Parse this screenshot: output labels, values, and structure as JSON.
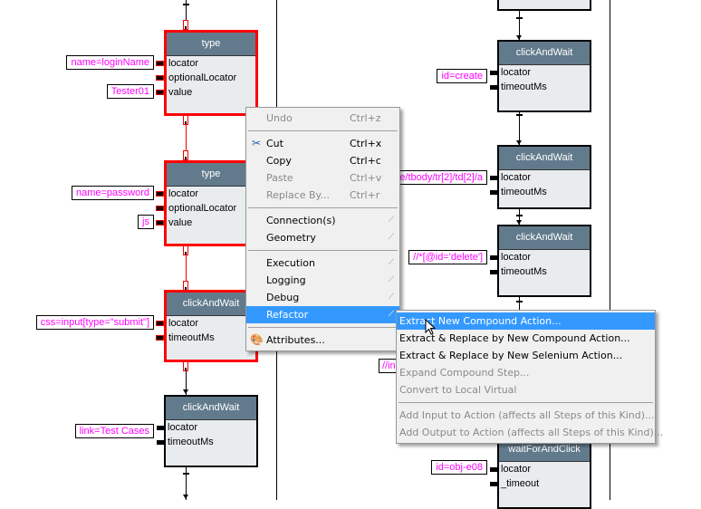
{
  "diagram": {
    "left_column": [
      {
        "title": "type",
        "selected": true,
        "inputs": [
          {
            "label": "locator",
            "value": "name=loginName"
          },
          {
            "label": "optionalLocator",
            "value": null
          },
          {
            "label": "value",
            "value": "Tester01"
          }
        ]
      },
      {
        "title": "type",
        "selected": true,
        "inputs": [
          {
            "label": "locator",
            "value": "name=password"
          },
          {
            "label": "optionalLocator",
            "value": null
          },
          {
            "label": "value",
            "value": "js"
          }
        ]
      },
      {
        "title": "clickAndWait",
        "selected": true,
        "inputs": [
          {
            "label": "locator",
            "value": "css=input[type=\"submit\"]"
          },
          {
            "label": "timeoutMs",
            "value": null
          }
        ]
      },
      {
        "title": "clickAndWait",
        "selected": false,
        "inputs": [
          {
            "label": "locator",
            "value": "link=Test Cases"
          },
          {
            "label": "timeoutMs",
            "value": null
          }
        ]
      }
    ],
    "right_column": [
      {
        "title": "clickAndWait",
        "selected": false,
        "inputs": [
          {
            "label": "locator",
            "value": "id=create"
          },
          {
            "label": "timeoutMs",
            "value": null
          }
        ]
      },
      {
        "title": "clickAndWait",
        "selected": false,
        "inputs": [
          {
            "label": "locator",
            "value": "le/tbody/tr[2]/td[2]/a"
          },
          {
            "label": "timeoutMs",
            "value": null
          }
        ]
      },
      {
        "title": "clickAndWait",
        "selected": false,
        "inputs": [
          {
            "label": "locator",
            "value": "//*[@id='delete']"
          },
          {
            "label": "timeoutMs",
            "value": null
          }
        ]
      },
      {
        "title": "waitForAndClick",
        "selected": false,
        "inputs": [
          {
            "label": "locator",
            "value": "id=obj-e08"
          },
          {
            "label": "_timeout",
            "value": null
          }
        ]
      }
    ],
    "partial_value": "//in"
  },
  "context_menu": {
    "items": [
      {
        "label": "Undo",
        "shortcut": "Ctrl+z",
        "disabled": true
      },
      {
        "label": "Cut",
        "shortcut": "Ctrl+x",
        "icon": "scissors-icon"
      },
      {
        "label": "Copy",
        "shortcut": "Ctrl+c"
      },
      {
        "label": "Paste",
        "shortcut": "Ctrl+v",
        "disabled": true
      },
      {
        "label": "Replace By...",
        "shortcut": "Ctrl+r",
        "disabled": true
      },
      {
        "label": "Connection(s)",
        "submenu": true
      },
      {
        "label": "Geometry",
        "submenu": true
      },
      {
        "label": "Execution",
        "submenu": true
      },
      {
        "label": "Logging",
        "submenu": true
      },
      {
        "label": "Debug",
        "submenu": true
      },
      {
        "label": "Refactor",
        "submenu": true,
        "highlighted": true
      },
      {
        "label": "Attributes...",
        "icon": "palette-icon"
      }
    ]
  },
  "refactor_submenu": {
    "items": [
      {
        "label": "Extract New Compound Action...",
        "highlighted": true
      },
      {
        "label": "Extract & Replace by New Compound Action..."
      },
      {
        "label": "Extract & Replace by New Selenium Action..."
      },
      {
        "label": "Expand Compound Step...",
        "disabled": true
      },
      {
        "label": "Convert to Local Virtual",
        "disabled": true
      },
      {
        "label": "Add Input to Action (affects all Steps of this Kind)...",
        "disabled": true
      },
      {
        "label": "Add Output to Action (affects all Steps of this Kind)...",
        "disabled": true
      }
    ]
  },
  "colors": {
    "selection": "#ff0000",
    "node_header": "#627b8c",
    "node_body": "#e9ecef",
    "value_text": "#ff00ff",
    "menu_highlight": "#3399ff"
  }
}
